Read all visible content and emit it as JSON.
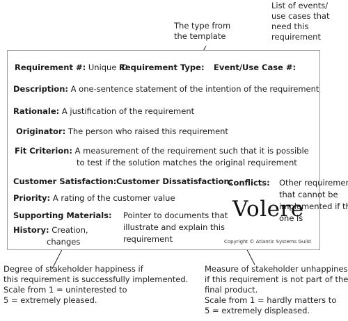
{
  "annotations": {
    "type_note": [
      "The type from",
      "the template"
    ],
    "events_note": [
      "List of events/",
      "use cases that",
      "need this",
      "requirement"
    ],
    "satisfaction_note": [
      "Degree of stakeholder happiness if",
      "this requirement is successfully implemented.",
      "Scale from 1 = uninterested to",
      "5 = extremely pleased."
    ],
    "dissatisfaction_note": [
      "Measure of stakeholder unhappiness",
      "if this requirement is not part of the",
      "final product.",
      "Scale from 1 = hardly matters to",
      "5 = extremely displeased."
    ]
  },
  "card": {
    "requirement_label": "Requirement #:",
    "requirement_value": "Unique ID",
    "type_label": "Requirement Type:",
    "event_label": "Event/Use Case #:",
    "description_label": "Description:",
    "description_value": "A one-sentence statement of the intention of the requirement",
    "rationale_label": "Rationale:",
    "rationale_value": "A justification of the requirement",
    "originator_label": "Originator:",
    "originator_value": "The person who raised this requirement",
    "fit_label": "Fit Criterion:",
    "fit_value_1": "A measurement of the requirement such that it is possible",
    "fit_value_2": "to test if the solution matches the original requirement",
    "satisfaction_label": "Customer Satisfaction:",
    "dissatisfaction_label": "Customer Dissatisfaction:",
    "conflicts_label": "Conflicts:",
    "conflicts_value": [
      "Other requirements",
      "that cannot be",
      "implemented if this",
      "one is"
    ],
    "priority_label": "Priority:",
    "priority_value": "A rating of the customer value",
    "supporting_label": "Supporting Materials:",
    "supporting_value": [
      "Pointer to documents that",
      "illustrate and explain this",
      "requirement"
    ],
    "history_label": "History:",
    "history_value": [
      "Creation,",
      "changes"
    ],
    "logo": "Volere",
    "copyright": "Copyright © Atlantic Systems Guild"
  }
}
